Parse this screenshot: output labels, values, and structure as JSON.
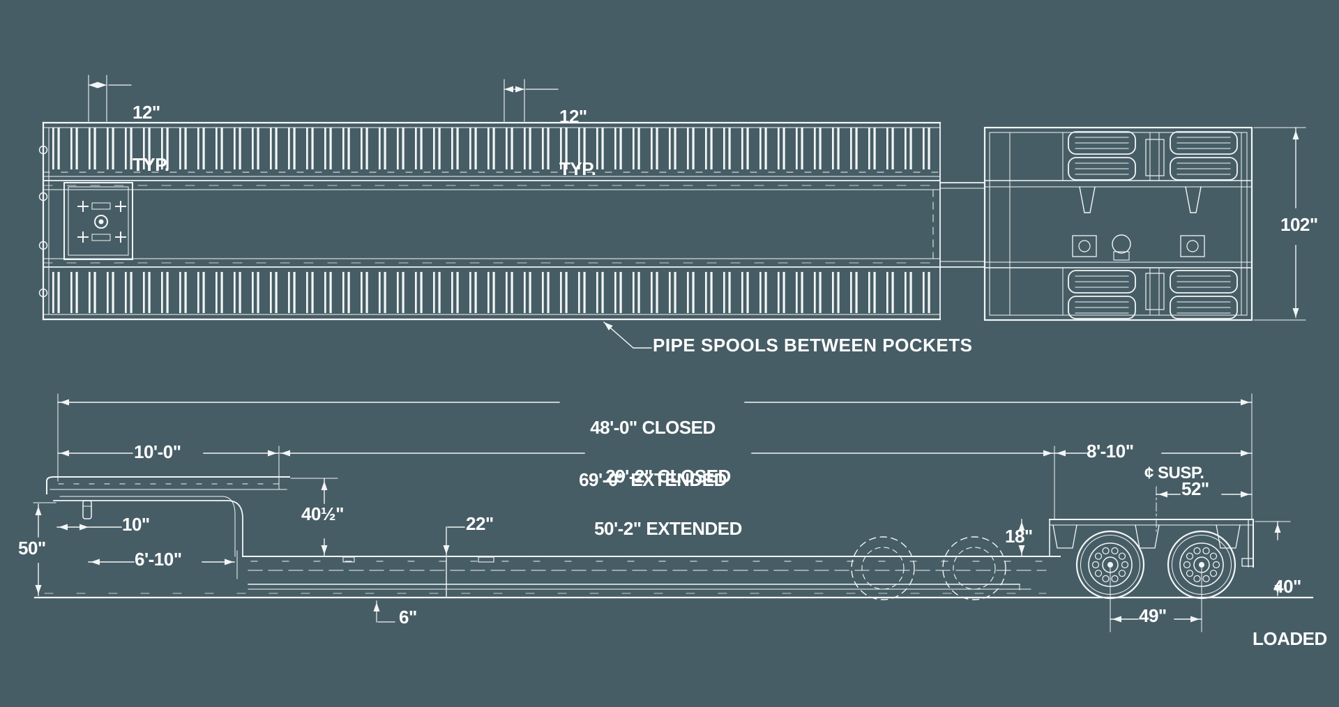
{
  "colors": {
    "background": "#475d66",
    "line": "#f2f6f6",
    "text": "#ffffff"
  },
  "top_view": {
    "dim_12_typ_left": {
      "value": "12\"",
      "suffix": "TYP."
    },
    "dim_12_typ_mid": {
      "value": "12\"",
      "suffix": "TYP."
    },
    "dim_overall_width": "102\"",
    "note_pipe_spools": "PIPE SPOOLS BETWEEN POCKETS"
  },
  "side_view": {
    "dim_overall_length": {
      "line1": "48'-0\" CLOSED",
      "line2": "69'-0\" EXTENDED"
    },
    "dim_front_deck": "10'-0\"",
    "dim_main_deck": {
      "line1": "29'-2\" CLOSED",
      "line2": "50'-2\" EXTENDED"
    },
    "dim_rear_deck": "8'-10\"",
    "label_susp_centerline": "¢ SUSP.",
    "dim_susp_to_rear": "52\"",
    "dim_deck_drop": "40½\"",
    "dim_deck_height": "22\"",
    "dim_kingpin_setback": "10\"",
    "dim_front_deck_height": "50\"",
    "dim_kingpin_to_drop": "6'-10\"",
    "dim_rear_step": "18\"",
    "dim_rear_height": {
      "line1": "40\"",
      "line2": "LOADED"
    },
    "dim_axle_spacing": "49\"",
    "dim_ground_clearance": "6\""
  }
}
